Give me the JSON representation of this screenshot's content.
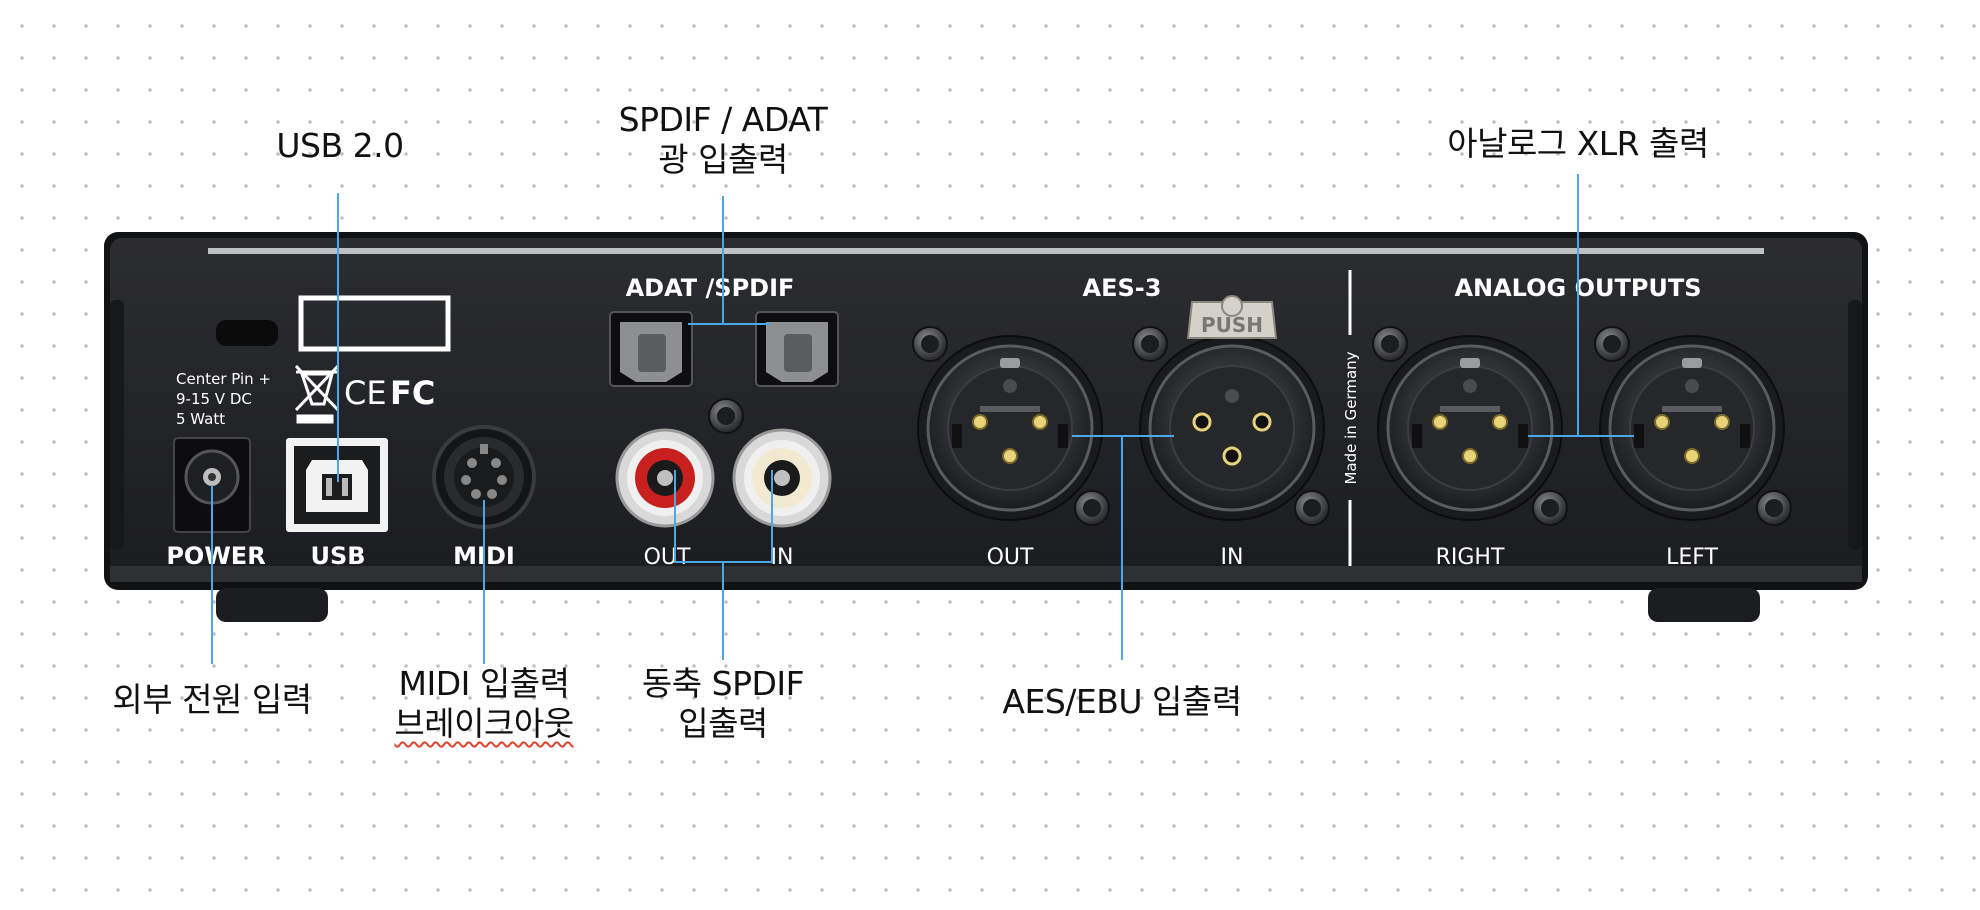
{
  "callouts": {
    "usb": "USB 2.0",
    "optical_line1": "SPDIF / ADAT",
    "optical_line2": "광 입출력",
    "analog_xlr": "아날로그 XLR 출력",
    "power": "외부 전원 입력",
    "midi_line1": "MIDI 입출력",
    "midi_line2": "브레이크아웃",
    "coax_line1": "동축 SPDIF",
    "coax_line2": "입출력",
    "aes": "AES/EBU 입출력"
  },
  "panel": {
    "section_adat": "ADAT /SPDIF",
    "section_aes": "AES-3",
    "section_analog": "ANALOG OUTPUTS",
    "power_spec_1": "Center Pin +",
    "power_spec_2": "9-15 V DC",
    "power_spec_3": "5 Watt",
    "cert_ce": "CE",
    "cert_fc": "FC",
    "label_power": "POWER",
    "label_usb": "USB",
    "label_midi": "MIDI",
    "label_coax_out": "OUT",
    "label_coax_in": "IN",
    "label_aes_out": "OUT",
    "label_aes_in": "IN",
    "label_right": "RIGHT",
    "label_left": "LEFT",
    "made_in": "Made in Germany",
    "push": "PUSH"
  },
  "colors": {
    "panel": "#222326",
    "panel_edge": "#111214",
    "leader_line": "#4aa8e8",
    "rca_out_ring": "#c8201e",
    "rca_in_ring": "#f2ead0",
    "gold_pin": "#e8d27a"
  }
}
